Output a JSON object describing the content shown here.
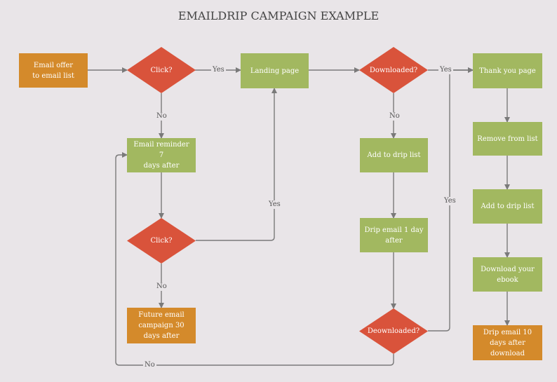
{
  "title": "EMAILDRIP CAMPAIGN EXAMPLE",
  "colors": {
    "background": "#e9e5e8",
    "process_green": "#a2b860",
    "terminal_orange": "#d48a2b",
    "decision_red": "#d9533b",
    "connector": "#7a7a7a"
  },
  "nodes": {
    "email_offer": "Email offer\nto email list",
    "click_1": "Click?",
    "landing_page": "Landing page",
    "downloaded_1": "Downloaded?",
    "thank_you": "Thank you page",
    "email_reminder": "Email reminder  7\ndays after",
    "click_2": "Click?",
    "future_campaign": "Future  email\ncampaign 30\ndays after",
    "add_drip_1": "Add to drip list",
    "drip_email_1": "Drip email 1 day\nafter",
    "downloaded_2": "Deownloaded?",
    "remove_from_list": "Remove  from list",
    "add_drip_2": "Add to drip list",
    "download_ebook": "Download your\nebook",
    "drip_email_10": "Drip email 10\ndays after\ndownload"
  },
  "edge_labels": {
    "click1_yes": "Yes",
    "click1_no": "No",
    "click2_yes": "Yes",
    "click2_no": "No",
    "downloaded1_yes": "Yes",
    "downloaded1_no": "No",
    "downloaded2_yes": "Yes",
    "downloaded2_no": "No"
  }
}
